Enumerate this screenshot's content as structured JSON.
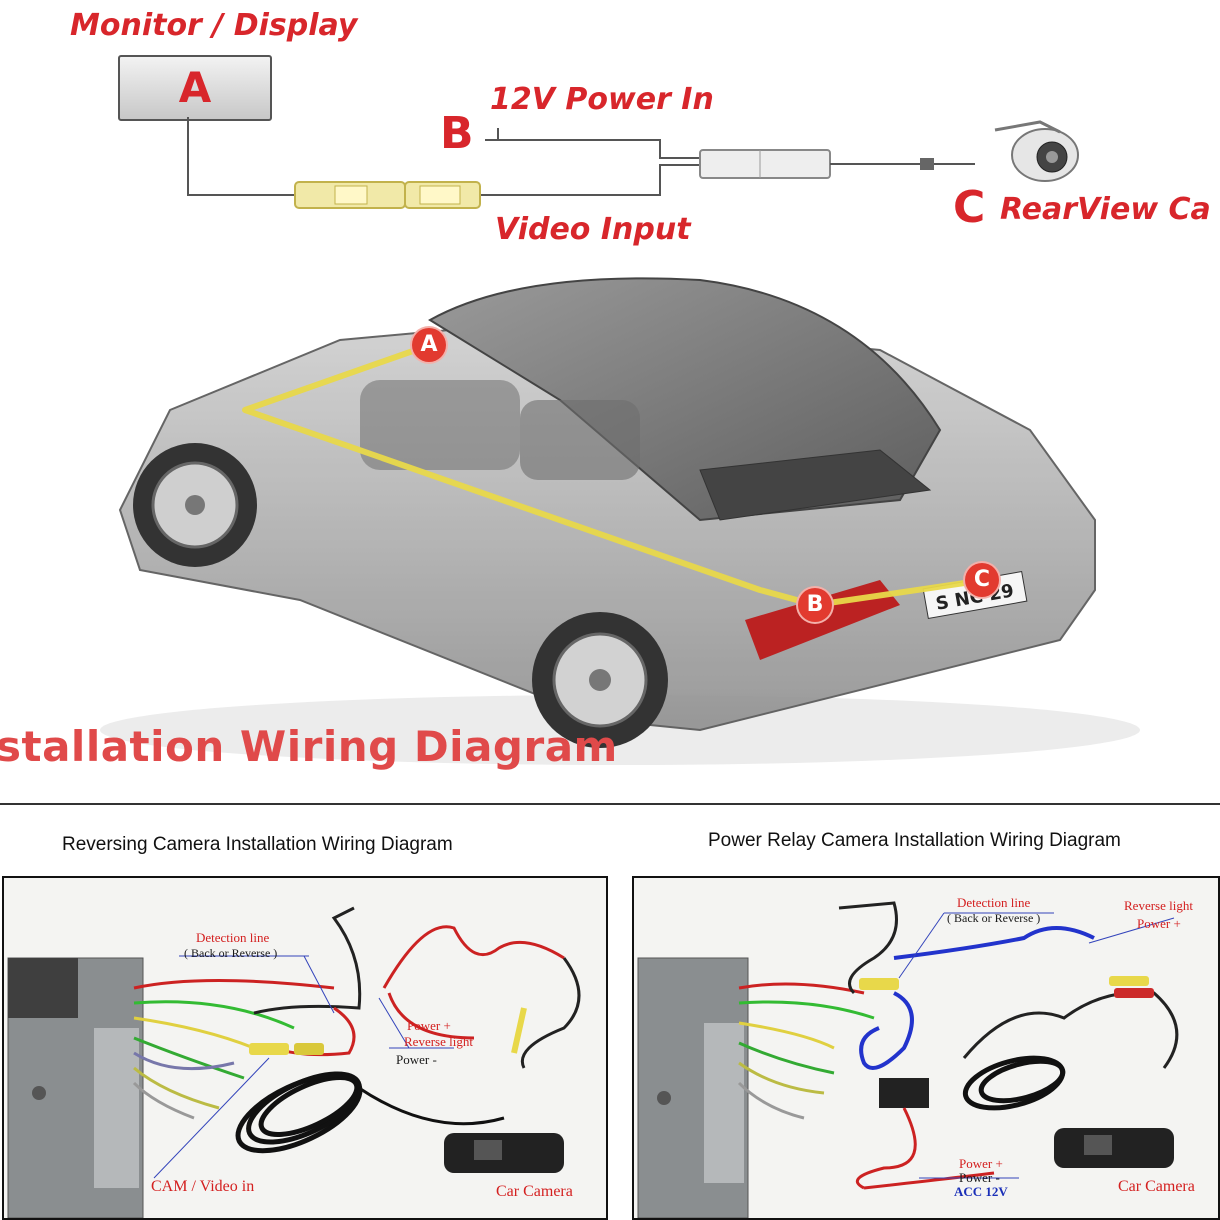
{
  "top": {
    "monitor_label": "Monitor / Display",
    "letter_a": "A",
    "letter_b": "B",
    "letter_c": "C",
    "power_label": "12V Power In",
    "video_label": "Video Input",
    "camera_label": "RearView Ca",
    "footer_title": "stallation Wiring Diagram"
  },
  "car": {
    "badge_a": "A",
    "badge_b": "B",
    "badge_c": "C",
    "plate_text": "S NC 29"
  },
  "left_panel": {
    "title": "Reversing Camera Installation Wiring Diagram",
    "detection_line": "Detection line",
    "back_or_reverse": "( Back or Reverse )",
    "power_plus": "Power +",
    "reverse_light": "Reverse light",
    "power_minus": "Power -",
    "cam_video_in": "CAM / Video in",
    "car_camera": "Car Camera"
  },
  "right_panel": {
    "title": "Power Relay Camera Installation Wiring Diagram",
    "detection_line": "Detection line",
    "back_or_reverse": "( Back or Reverse )",
    "reverse_light": "Reverse light",
    "power_plus_top": "Power +",
    "power_plus": "Power +",
    "power_minus": "Power -",
    "acc": "ACC 12V",
    "car_camera": "Car Camera"
  },
  "colors": {
    "accent_red": "#d8262b",
    "wire_yellow": "#e8d84a",
    "wire_blue": "#2233cc"
  }
}
